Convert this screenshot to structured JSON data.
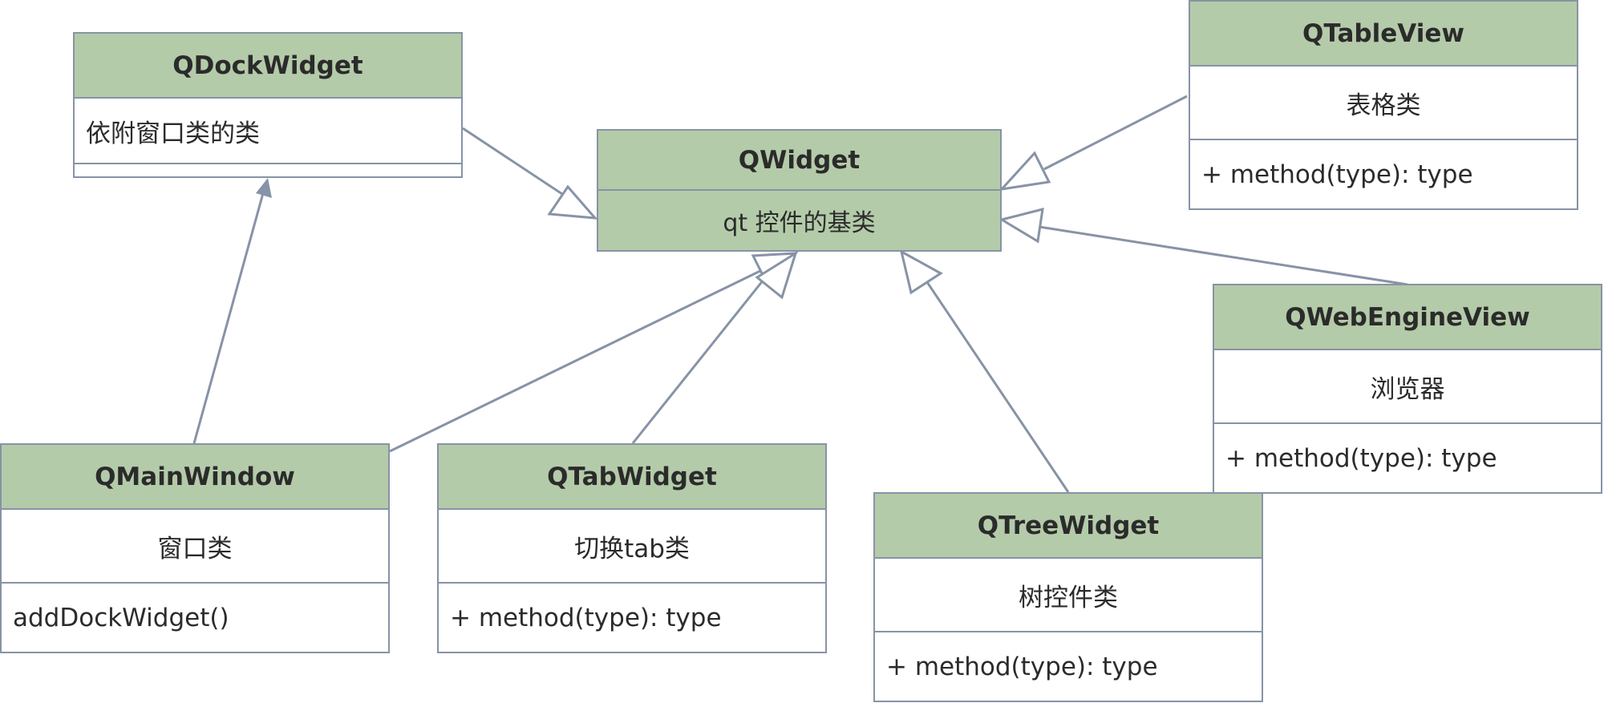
{
  "classes": {
    "qdockwidget": {
      "name": "QDockWidget",
      "description": "依附窗口类的类",
      "members": []
    },
    "qwidget": {
      "name": "QWidget",
      "description": "qt 控件的基类"
    },
    "qtableview": {
      "name": "QTableView",
      "description": "表格类",
      "member": "+ method(type): type"
    },
    "qwebengineview": {
      "name": "QWebEngineView",
      "description": "浏览器",
      "member": "+ method(type): type"
    },
    "qmainwindow": {
      "name": "QMainWindow",
      "description": "窗口类",
      "member": "addDockWidget()"
    },
    "qtabwidget": {
      "name": "QTabWidget",
      "description": "切换tab类",
      "member": "+ method(type): type"
    },
    "qtreewidget": {
      "name": "QTreeWidget",
      "description": "树控件类",
      "member": "+ method(type): type"
    }
  },
  "relations": [
    {
      "from": "QDockWidget",
      "to": "QWidget",
      "type": "generalization"
    },
    {
      "from": "QTableView",
      "to": "QWidget",
      "type": "generalization"
    },
    {
      "from": "QWebEngineView",
      "to": "QWidget",
      "type": "generalization"
    },
    {
      "from": "QMainWindow",
      "to": "QWidget",
      "type": "generalization"
    },
    {
      "from": "QTabWidget",
      "to": "QWidget",
      "type": "generalization"
    },
    {
      "from": "QTreeWidget",
      "to": "QWidget",
      "type": "generalization"
    },
    {
      "from": "QMainWindow",
      "to": "QDockWidget",
      "type": "association"
    }
  ],
  "colors": {
    "header_fill": "#b4cba9",
    "line": "#8793a6",
    "text": "#2b2b2b"
  }
}
